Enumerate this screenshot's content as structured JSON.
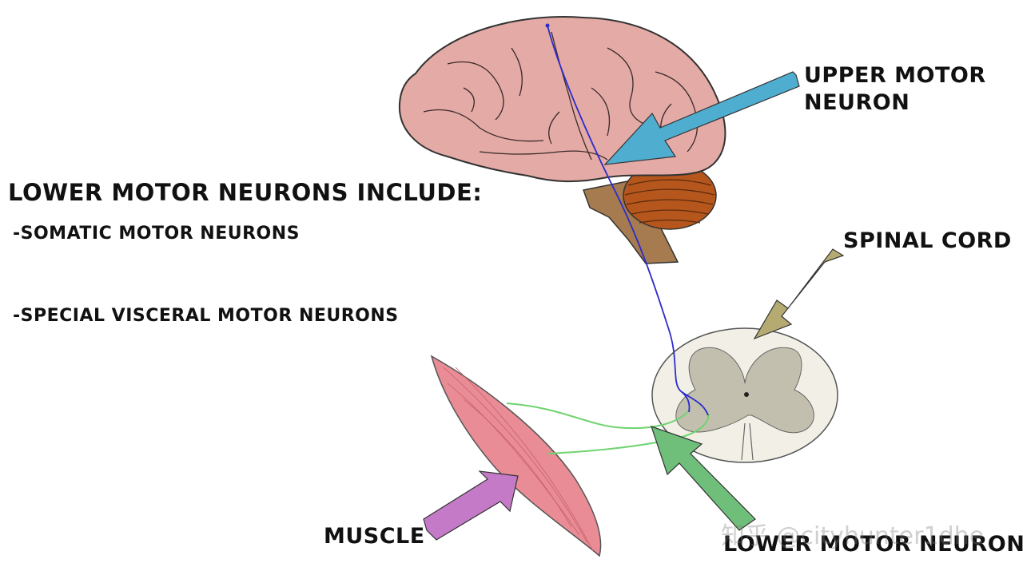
{
  "list": {
    "title": "LOWER MOTOR NEURONS INCLUDE:",
    "items": [
      "-SOMATIC MOTOR NEURONS",
      "-SPECIAL VISCERAL MOTOR NEURONS"
    ]
  },
  "labels": {
    "upper_motor_neuron_line1": "UPPER MOTOR",
    "upper_motor_neuron_line2": "NEURON",
    "spinal_cord": "SPINAL CORD",
    "muscle": "MUSCLE",
    "lower_motor_neuron": "LOWER MOTOR NEURON"
  },
  "watermark": "知乎 @cityhunter1dhe",
  "colors": {
    "brain": "#e4aaa5",
    "cerebellum": "#b5561d",
    "brainstem": "#a67b4f",
    "upper_arrow": "#4fadd0",
    "spinal_arrow": "#b5ab72",
    "muscle_arrow": "#c47ac7",
    "lower_arrow": "#6fbf7a",
    "upper_neuron_path": "#2c2ccc",
    "lower_neuron_path": "#6fd36f",
    "muscle": "#e98c95",
    "spinal_white_matter": "#f2f0e6",
    "spinal_grey_matter": "#c3bfae"
  }
}
